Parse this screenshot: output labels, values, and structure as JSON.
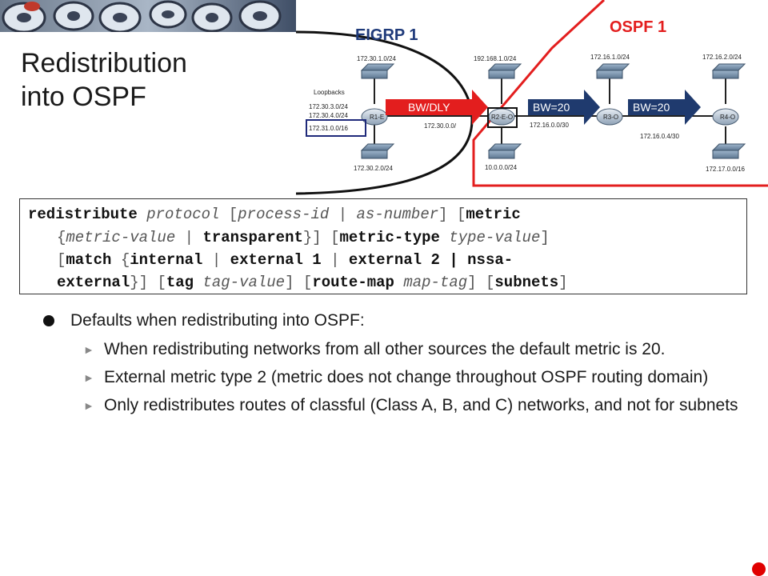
{
  "slide": {
    "title_line1": "Redistribution",
    "title_line2": "into OSPF"
  },
  "diagram": {
    "domain_eigrp": "EIGRP 1",
    "domain_ospf": "OSPF 1",
    "arrows": [
      "BW/DLY",
      "BW=20",
      "BW=20"
    ],
    "routers": [
      "R1-E",
      "R2-E-O",
      "R3-O",
      "R4-O"
    ],
    "networks": {
      "r1_top": "172.30.1.0/24",
      "r1_bottom": "172.30.2.0/24",
      "loopbacks_title": "Loopbacks",
      "loop1": "172.30.3.0/24",
      "loop2": "172.30.4.0/24",
      "loop3": "172.31.0.0/16",
      "r1_r2_link": "172.30.0.0/",
      "r2_top": "192.168.1.0/24",
      "r2_bottom": "10.0.0.0/24",
      "r3_top": "172.16.1.0/24",
      "r2_r3_link": "172.16.0.0/30",
      "r3_r4_link": "172.16.0.4/30",
      "r4_top": "172.16.2.0/24",
      "r4_bottom": "172.17.0.0/16"
    },
    "colors": {
      "eigrp_title": "#1f3a7a",
      "ospf": "#e31e1e",
      "arrow_red": "#e31e1e",
      "arrow_blue": "#1f3a6e",
      "switch": "#6f8aa6"
    }
  },
  "command": {
    "t1": "redistribute",
    "t2": "protocol",
    "t3": "[",
    "t4": "process-id",
    "t5": "|",
    "t6": "as-number",
    "t7": "]",
    "t8": "[",
    "t9": "metric",
    "t10": "{",
    "t11": "metric-value",
    "t12": "|",
    "t13": "transparent",
    "t14": "}]",
    "t15": "[",
    "t16": "metric-type",
    "t17": "type-value",
    "t18": "]",
    "t19": "[",
    "t20": "match",
    "t21": "{",
    "t22": "internal",
    "t23": "|",
    "t24": "external 1",
    "t25": "|",
    "t26": "external 2 | nssa-",
    "t27": "external",
    "t28": "}]",
    "t29": "[",
    "t30": "tag",
    "t31": "tag-value",
    "t32": "]",
    "t33": "[",
    "t34": "route-map",
    "t35": "map-tag",
    "t36": "]",
    "t37": "[",
    "t38": "subnets",
    "t39": "]"
  },
  "bullets": {
    "main": "Defaults when redistributing into OSPF:",
    "sub": [
      "When redistributing networks from all other sources the default metric is 20.",
      "External metric type 2 (metric does not change throughout OSPF routing domain)",
      "Only redistributes routes of classful (Class A, B, and C) networks, and not for subnets"
    ]
  }
}
